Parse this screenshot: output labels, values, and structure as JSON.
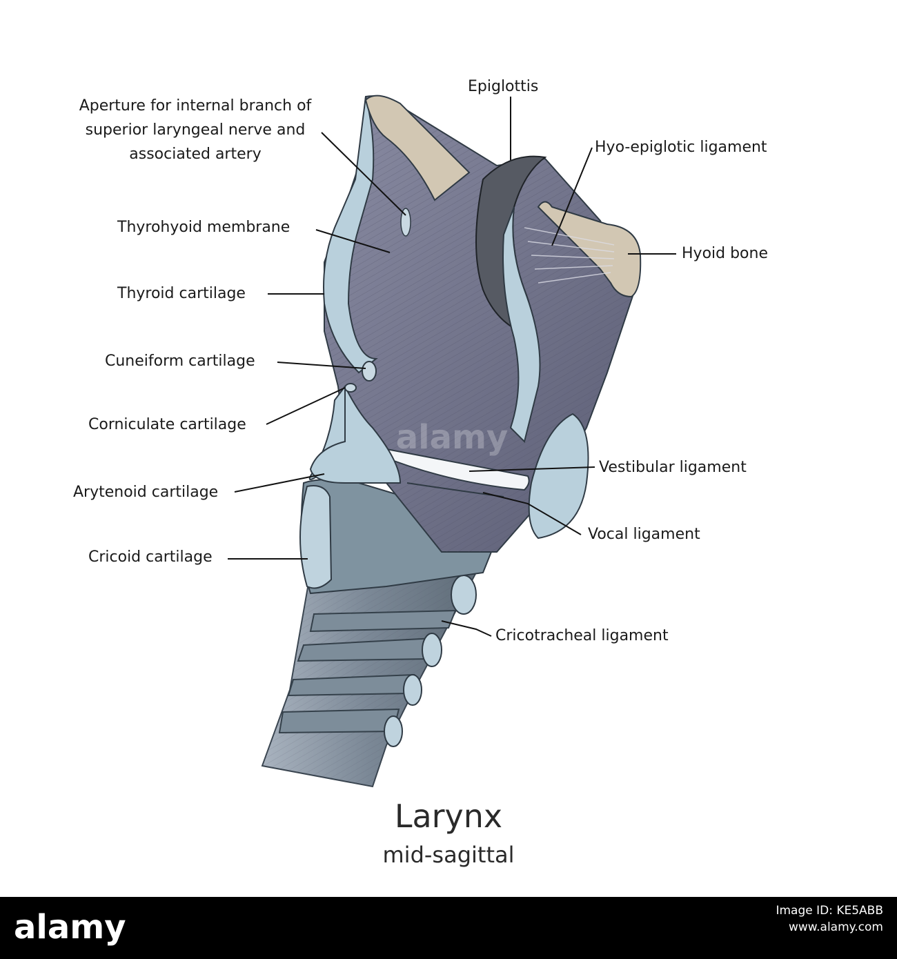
{
  "labels": {
    "aperture_1": "Aperture for internal branch of",
    "aperture_2": "superior laryngeal nerve and",
    "aperture_3": "associated artery",
    "epiglottis": "Epiglottis",
    "hyo_epiglotic": "Hyo-epiglotic ligament",
    "thyrohyoid": "Thyrohyoid membrane",
    "hyoid": "Hyoid bone",
    "thyroid": "Thyroid cartilage",
    "cuneiform": "Cuneiform cartilage",
    "corniculate": "Corniculate cartilage",
    "vestibular": "Vestibular ligament",
    "arytenoid": "Arytenoid cartilage",
    "vocal": "Vocal ligament",
    "cricoid": "Cricoid cartilage",
    "cricotracheal": "Cricotracheal ligament"
  },
  "title": {
    "main": "Larynx",
    "sub": "mid-sagittal"
  },
  "watermark": {
    "text": "alamy"
  },
  "footer": {
    "logo_text": "alamy",
    "image_id": "Image ID: KE5ABB",
    "site": "www.alamy.com"
  },
  "colors": {
    "cartilage": "#b9d0dc",
    "membrane": "#6e6f86",
    "bone": "#d2c7b3",
    "epiglottis": "#565a63",
    "trachea": "#6f7f8c",
    "leader": "#111111"
  }
}
